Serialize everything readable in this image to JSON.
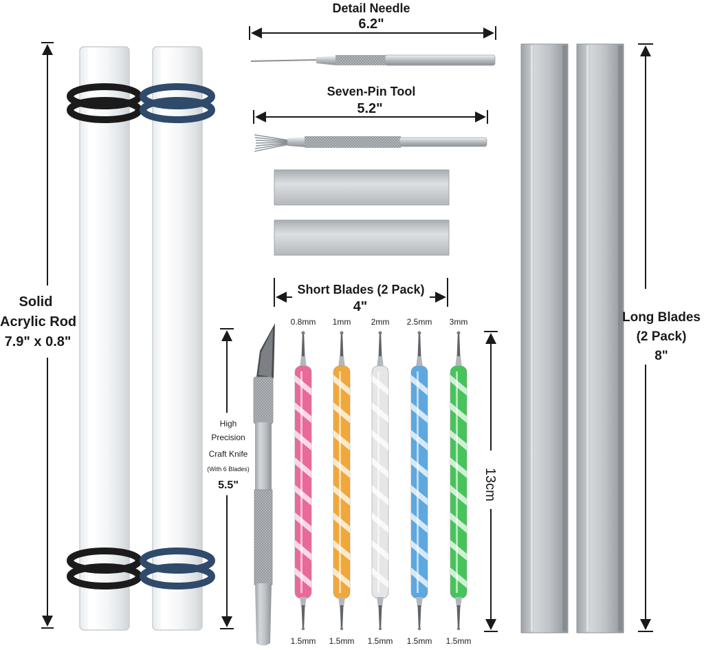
{
  "detail_needle": {
    "title": "Detail Needle",
    "length": "6.2\""
  },
  "seven_pin": {
    "title": "Seven-Pin Tool",
    "length": "5.2\""
  },
  "short_blades": {
    "title": "Short Blades (2 Pack)",
    "length": "4\""
  },
  "acrylic_rod": {
    "line1": "Solid",
    "line2": "Acrylic Rod",
    "line3": "7.9\" x 0.8\""
  },
  "craft_knife": {
    "line1": "High",
    "line2": "Precision",
    "line3": "Craft Knife",
    "line4": "(With 6 Blades)",
    "length": "5.5\""
  },
  "long_blades": {
    "line1": "Long Blades",
    "line2": "(2 Pack)",
    "length": "8\""
  },
  "dotting_tools": {
    "length": "13cm",
    "tools": [
      {
        "top": "0.8mm",
        "bottom": "1.5mm",
        "color": "#e8699a"
      },
      {
        "top": "1mm",
        "bottom": "1.5mm",
        "color": "#f0a83a"
      },
      {
        "top": "2mm",
        "bottom": "1.5mm",
        "color": "#e6e6e6"
      },
      {
        "top": "2.5mm",
        "bottom": "1.5mm",
        "color": "#5da8df"
      },
      {
        "top": "3mm",
        "bottom": "1.5mm",
        "color": "#46c45a"
      }
    ]
  },
  "colors": {
    "ring_black": "#1b1b1b",
    "ring_blue": "#2f4a6b",
    "steel": "#b9bdc1"
  }
}
